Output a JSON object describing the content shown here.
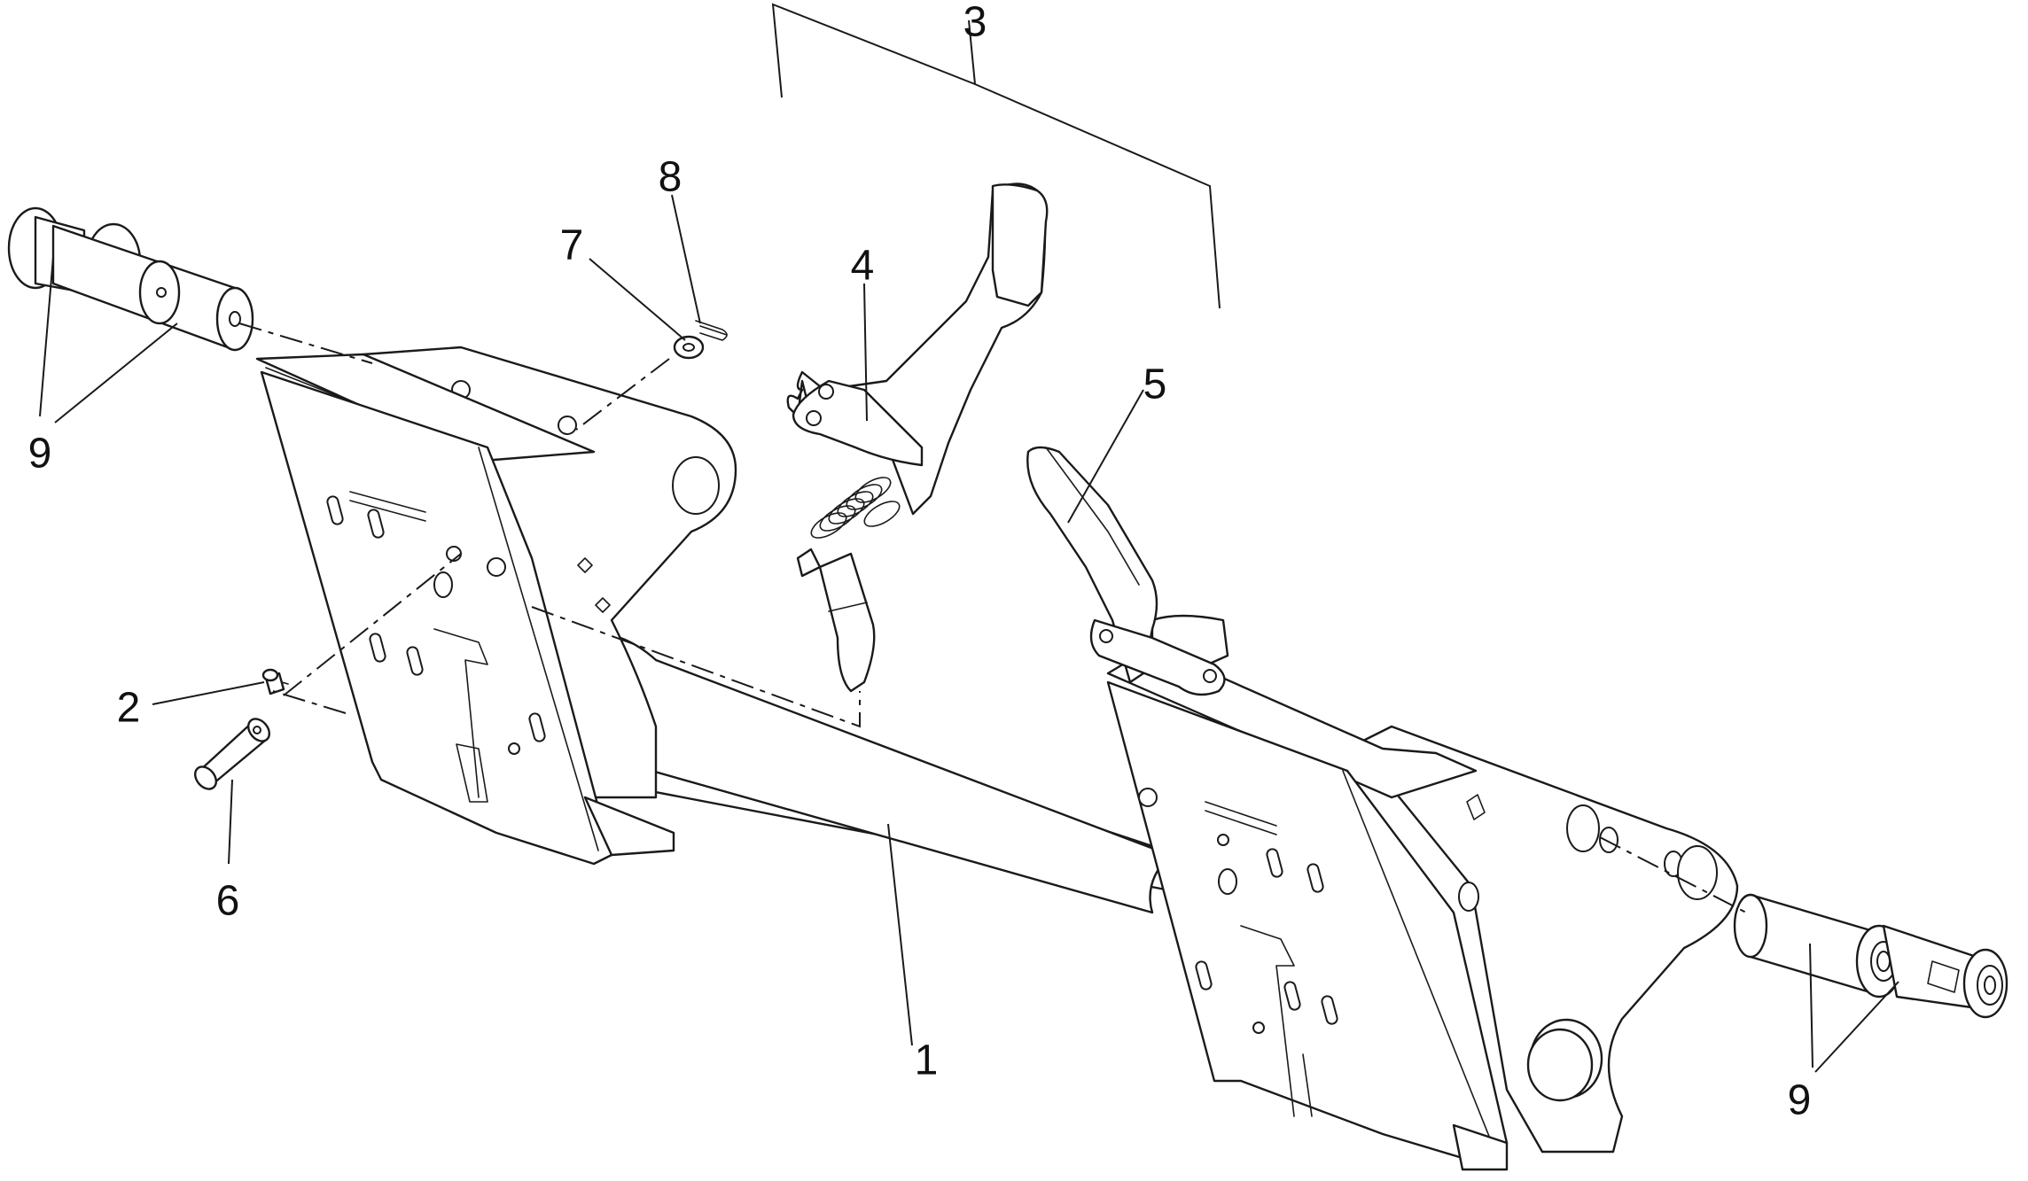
{
  "callouts": {
    "c1": "1",
    "c2": "2",
    "c3": "3",
    "c4": "4",
    "c5": "5",
    "c6": "6",
    "c7": "7",
    "c8": "8",
    "c9a": "9",
    "c9b": "9"
  },
  "colors": {
    "line": "#1a1a1a",
    "background": "#ffffff"
  }
}
